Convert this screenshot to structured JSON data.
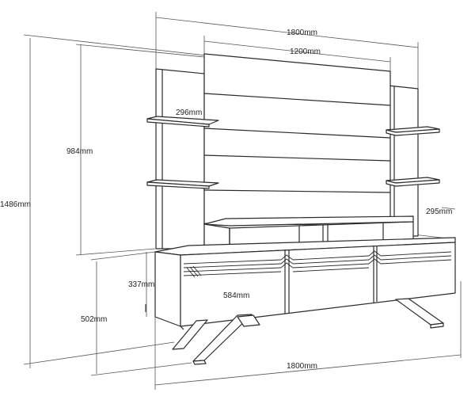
{
  "dimensions": {
    "total_width_top": "1800mm",
    "panel_width": "1200mm",
    "shelf_width": "296mm",
    "panel_height": "984mm",
    "total_height": "1486mm",
    "side_shelf_depth": "295mm",
    "cabinet_height": "337mm",
    "drawer_width": "584mm",
    "base_height": "502mm",
    "total_width_bottom": "1800mm"
  },
  "colors": {
    "line": "#2b2b2b",
    "dim_line": "#555555",
    "background": "#ffffff",
    "face_light": "#f7f7f7"
  }
}
